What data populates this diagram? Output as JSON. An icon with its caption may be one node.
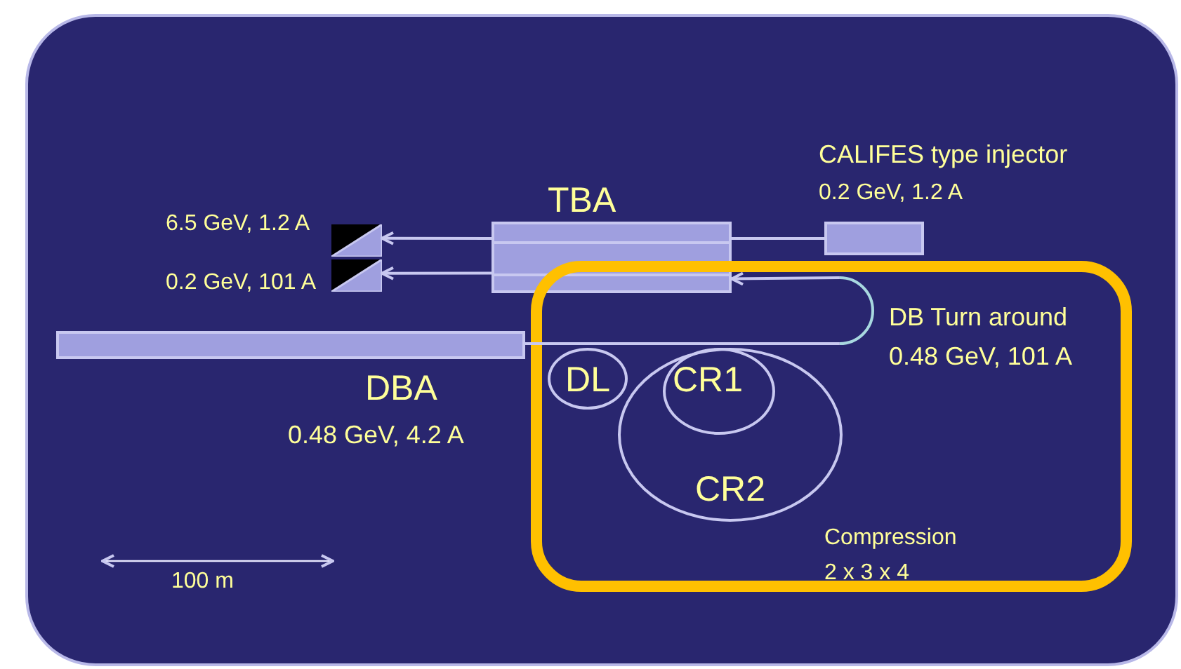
{
  "diagram": {
    "nodes": [
      {
        "text": [
          "CALIFES type injector",
          "0.2 GeV, 1.2 A"
        ]
      },
      {
        "text": [
          "TBA"
        ]
      },
      {
        "text": [],
        "shape": "box",
        "beside": [
          "6.5 GeV, 1.2 A"
        ]
      },
      {
        "text": [],
        "shape": "box",
        "beside": [
          "0.2 GeV, 101 A"
        ]
      },
      {
        "text": [
          "DBA",
          "0.48 GeV, 4.2 A"
        ]
      },
      {
        "text": [
          "Compression 2 x 3 x 4"
        ]
      },
      {
        "text": [
          "DB Turn around",
          "0.48 GeV, 101 A"
        ],
        "in": 5
      },
      {
        "text": [
          "DL"
        ],
        "in": 5
      },
      {
        "text": [
          "CR2"
        ],
        "in": 5
      },
      {
        "text": [
          "CR1"
        ],
        "in": 8
      }
    ],
    "edges": [
      {
        "from": 1,
        "to": 2,
        "arrow": "to"
      },
      {
        "from": 1,
        "to": 3,
        "arrow": "to"
      },
      {
        "from": 0,
        "to": 1,
        "arrow": "none"
      },
      {
        "from": 4,
        "to": 6,
        "arrow": "none"
      },
      {
        "from": 6,
        "to": 1,
        "arrow": "to"
      }
    ],
    "labels": [
      "100 m"
    ]
  }
}
